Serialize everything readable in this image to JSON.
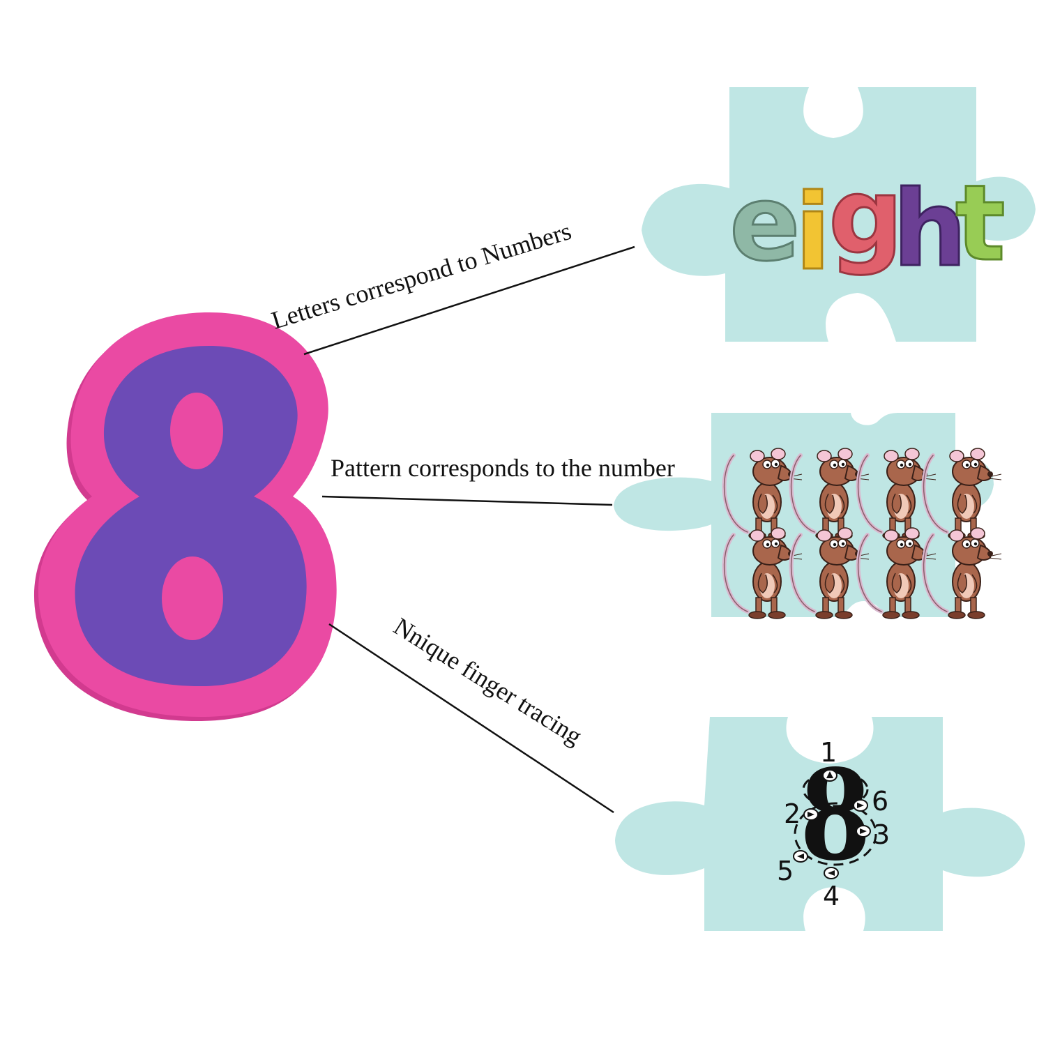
{
  "captions": {
    "letters": "Letters correspond to Numbers",
    "pattern": "Pattern corresponds to the number",
    "tracing": "Nnique finger tracing"
  },
  "word_piece": {
    "letters": [
      "e",
      "i",
      "g",
      "h",
      "t"
    ],
    "colors": [
      "#8fb8a6",
      "#f2c433",
      "#e0606c",
      "#6b3f94",
      "#98cc55"
    ]
  },
  "pattern_piece": {
    "count": 8,
    "rows": 2,
    "item_icon": "mouse-icon"
  },
  "tracing_piece": {
    "digit": "8",
    "steps": [
      "1",
      "2",
      "3",
      "4",
      "5",
      "6"
    ]
  },
  "colors": {
    "piece_fill": "#bfe6e4",
    "eight_outer": "#ea4aa3",
    "eight_inner": "#6c4bb6",
    "line": "#111111"
  }
}
